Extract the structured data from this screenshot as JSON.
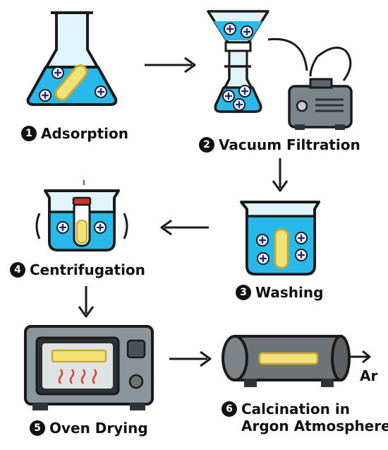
{
  "steps": [
    {
      "number": "1",
      "label": "Adsorption"
    },
    {
      "number": "2",
      "label": "Vacuum Filtration"
    },
    {
      "number": "3",
      "label": "Washing"
    },
    {
      "number": "4",
      "label": "Centrifugation"
    },
    {
      "number": "5",
      "label": "Oven Drying"
    },
    {
      "number": "6",
      "label_line1": "Calcination in",
      "label_line2": "Argon Atmosphere"
    }
  ],
  "gas_label": "Ar",
  "colors": {
    "liquid": "#29b8ea",
    "glass": "#dff4fb",
    "rod": "#f2e27a",
    "rod_outline": "#c9a92c",
    "outline": "#1a1a1a",
    "equipment": "#7b858c",
    "furnace": "#6e7377",
    "heat": "#e0402a"
  },
  "icons": [
    "erlenmeyer-flask-icon",
    "buchner-funnel-icon",
    "vacuum-pump-icon",
    "washing-beaker-icon",
    "centrifuge-beaker-icon",
    "oven-icon",
    "tube-furnace-icon"
  ]
}
